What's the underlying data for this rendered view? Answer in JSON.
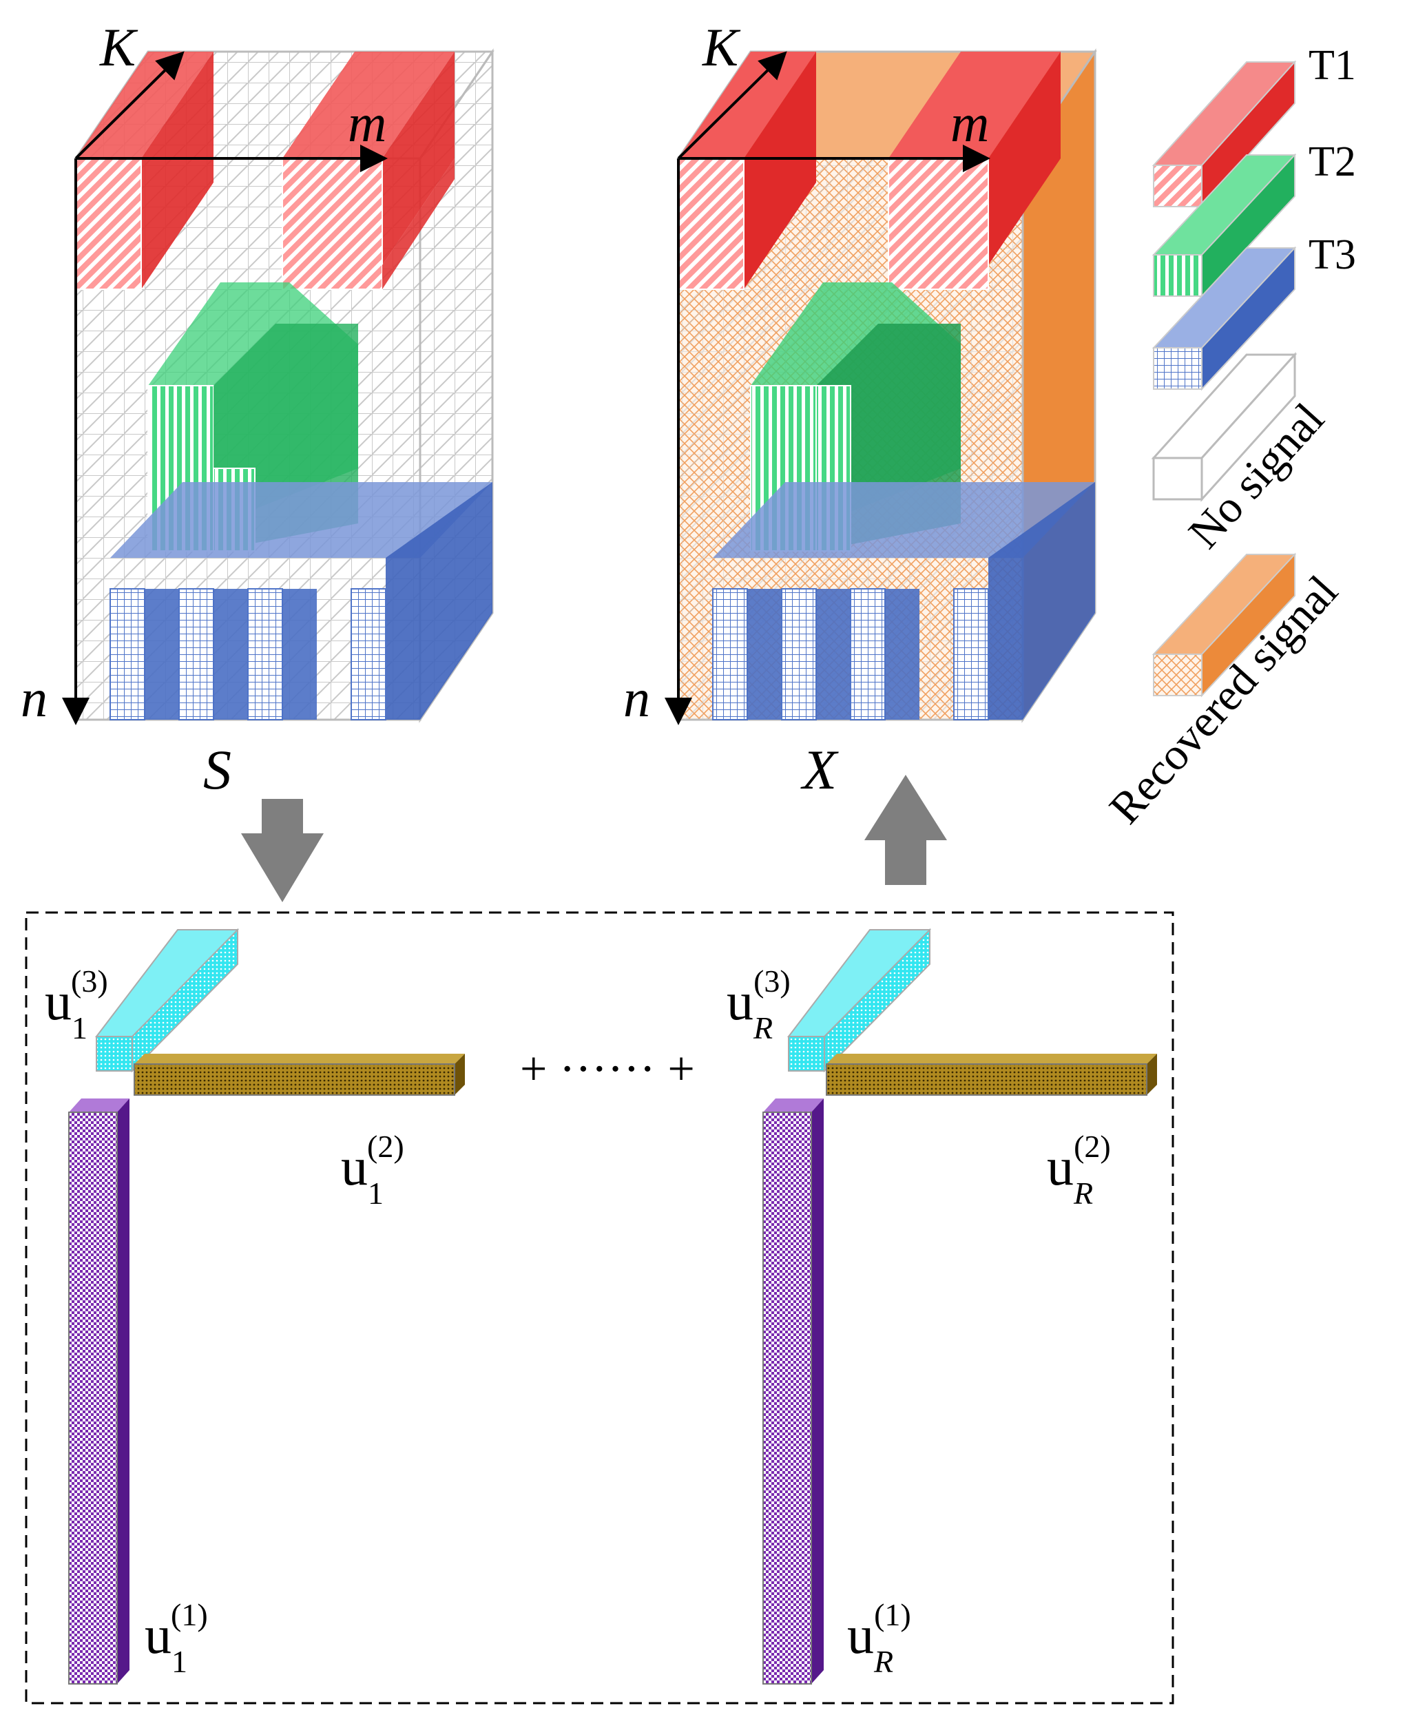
{
  "tensor_left": {
    "axis_k": "K",
    "axis_m": "m",
    "axis_n": "n",
    "name": "S"
  },
  "tensor_right": {
    "axis_k": "K",
    "axis_m": "m",
    "axis_n": "n",
    "name": "X"
  },
  "legend": [
    {
      "label": "T1",
      "color": "#ee3333"
    },
    {
      "label": "T2",
      "color": "#22c46a"
    },
    {
      "label": "T3",
      "color": "#4f74c8"
    },
    {
      "label": "No signal",
      "color": "#ffffff"
    },
    {
      "label": "Recovered signal",
      "color": "#f0a060"
    }
  ],
  "decomposition": {
    "plus_dots": "+ ······ +",
    "terms": [
      {
        "base": "u",
        "sub": "1",
        "mode3": "(3)",
        "mode2": "(2)",
        "mode1": "(1)"
      },
      {
        "base": "u",
        "sub": "R",
        "mode3": "(3)",
        "mode2": "(2)",
        "mode1": "(1)"
      }
    ],
    "colors": {
      "mode3": "#33e6f0",
      "mode2": "#8a6a10",
      "mode1": "#6a2aa0"
    }
  }
}
